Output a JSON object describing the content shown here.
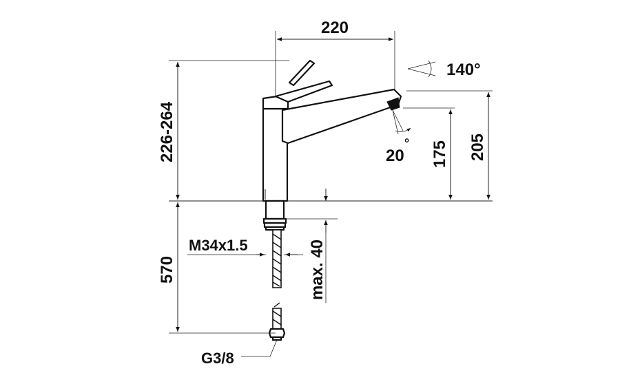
{
  "dimensions": {
    "spout_reach": "220",
    "swivel_angle": "140°",
    "spray_angle_value": "20",
    "spray_angle_unit": "°",
    "spout_height": "175",
    "total_outlet_height": "205",
    "overall_height": "226-264",
    "hose_length": "570",
    "mounting_thread": "M34x1.5",
    "max_counter_thickness": "max. 40",
    "connection_thread": "G3/8"
  },
  "colors": {
    "line": "#111111",
    "background": "#ffffff"
  }
}
